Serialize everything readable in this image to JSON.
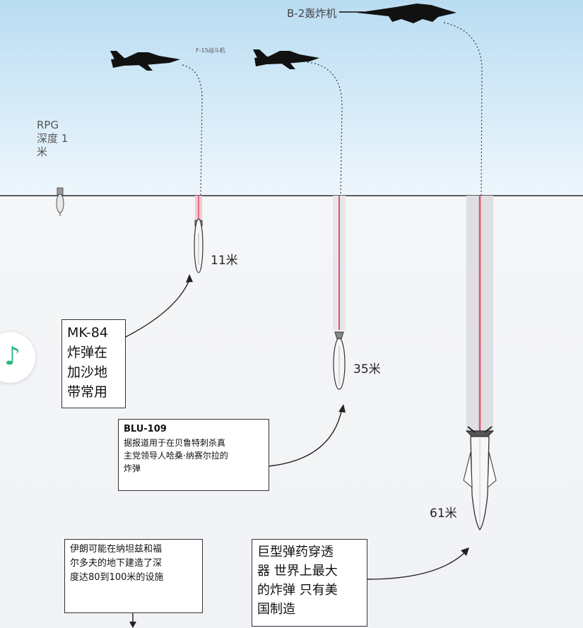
{
  "aircraft": {
    "b2_label": "B-2轰炸机",
    "f15_label": "F-15战斗机"
  },
  "rpg": {
    "label": "RPG\n深度 1\n米"
  },
  "depths": {
    "mk84": "11米",
    "blu109": "35米",
    "gbu57": "61米"
  },
  "boxes": {
    "mk84": "MK-84\n炸弹在\n加沙地\n带常用",
    "blu109_title": "BLU-109",
    "blu109_text": "据报道用于在贝鲁特刺杀真\n主党领导人哈桑·纳赛尔拉的\n炸弹",
    "iran": "伊朗可能在纳坦兹和福\n尔多夫的地下建造了深\n度达80到100米的设施",
    "gbu57": "巨型弹药穿透\n器 世界上最大\n的炸弹 只有美\n国制造"
  },
  "colors": {
    "sky_top": "#b9dcf2",
    "ground": "#f0f2f5",
    "penetration": "#e0506a",
    "aircraft": "#111111",
    "music_icon": "#25b87a"
  }
}
